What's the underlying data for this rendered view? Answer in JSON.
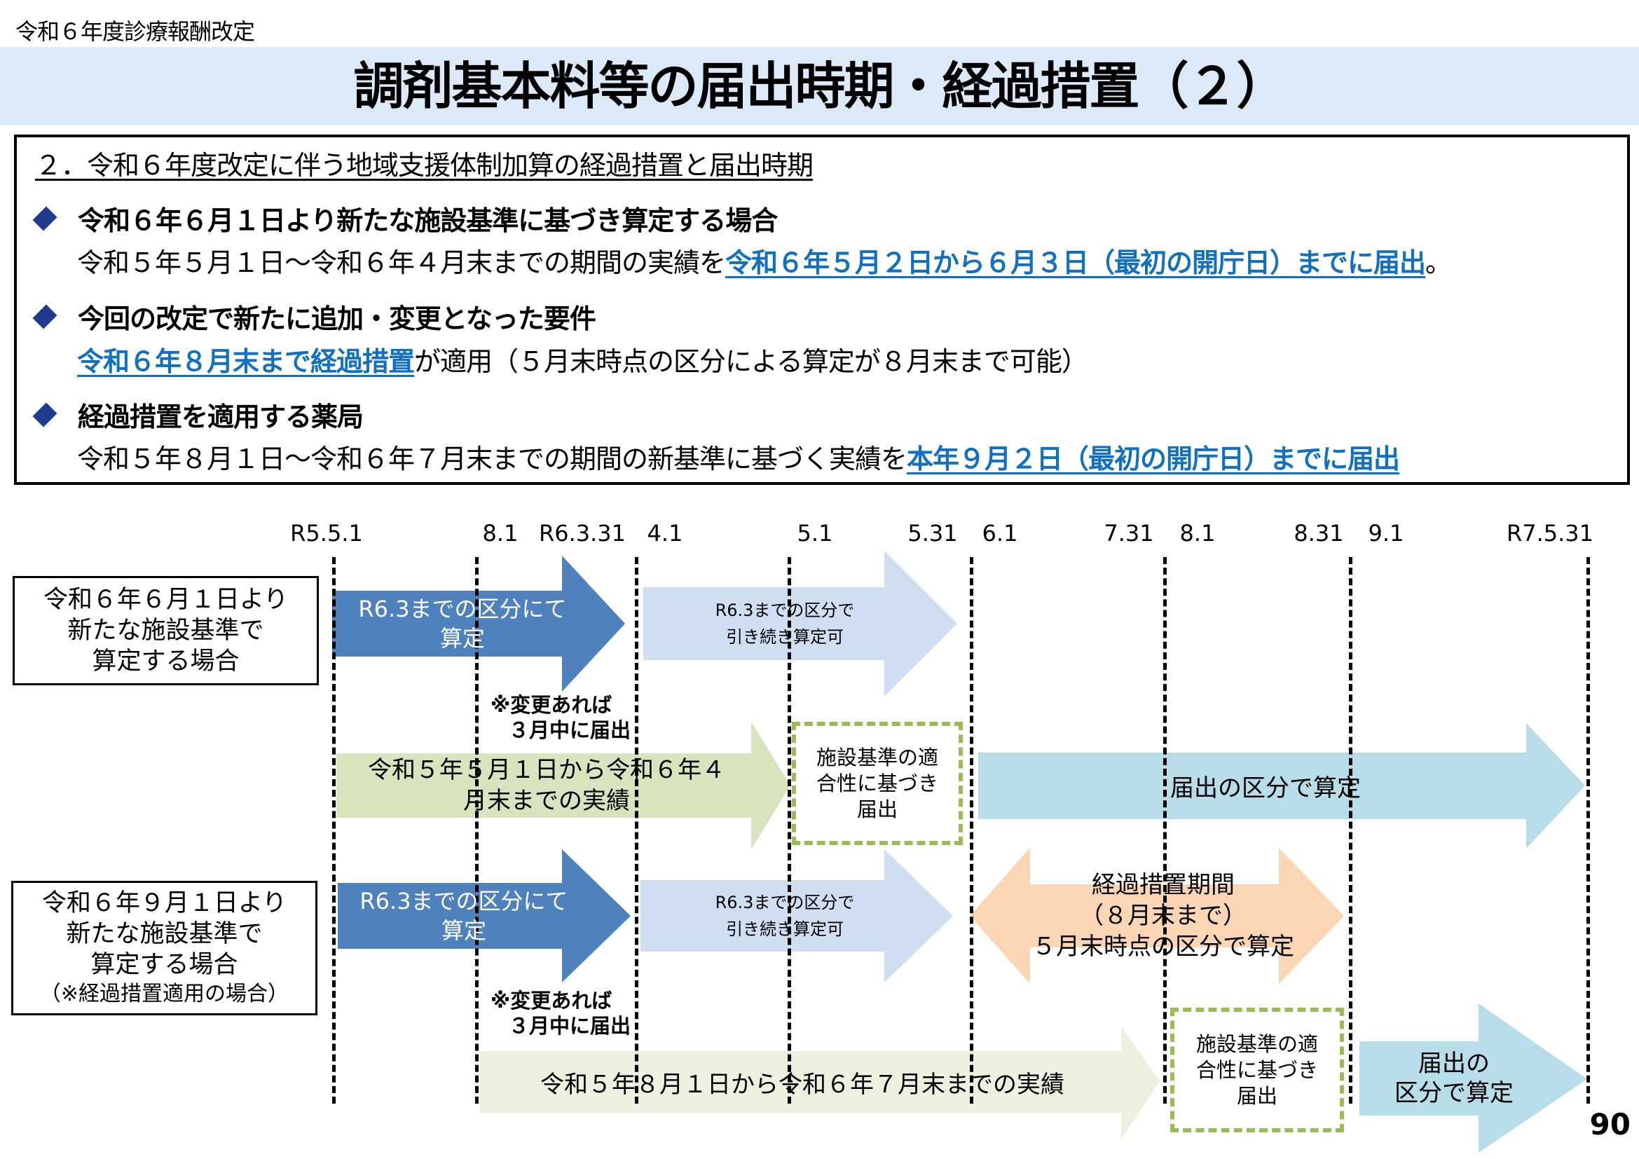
{
  "header": {
    "kicker": "令和６年度診療報酬改定",
    "title": "調剤基本料等の届出時期・経過措置（２）"
  },
  "summary": {
    "heading": "２．令和６年度改定に伴う地域支援体制加算の経過措置と届出時期",
    "items": [
      {
        "bullet": "令和６年６月１日より新たな施設基準に基づき算定する場合",
        "text_before": "令和５年５月１日～令和６年４月末までの期間の実績を",
        "highlight": "令和６年５月２日から６月３日（最初の開庁日）までに届出",
        "text_after": "。"
      },
      {
        "bullet": "今回の改定で新たに追加・変更となった要件",
        "text_before": "",
        "highlight": "令和６年８月末まで経過措置",
        "text_after": "が適用（５月末時点の区分による算定が８月末まで可能）"
      },
      {
        "bullet": "経過措置を適用する薬局",
        "text_before": "令和５年８月１日～令和６年７月末までの期間の新基準に基づく実績を",
        "highlight": "本年９月２日（最初の開庁日）までに届出",
        "text_after": ""
      }
    ]
  },
  "timeline": {
    "dates": [
      "R5.5.1",
      "8.1",
      "R6.3.31",
      "4.1",
      "5.1",
      "5.31",
      "6.1",
      "7.31",
      "8.1",
      "8.31",
      "9.1",
      "R7.5.31"
    ],
    "case1": {
      "label_lines": [
        "令和６年６月１日より",
        "新たな施設基準で",
        "算定する場合"
      ],
      "arrow_r63": [
        "R6.3までの区分にて",
        "算定"
      ],
      "arrow_continue": [
        "R6.3までの区分で",
        "引き続き算定可"
      ],
      "note": [
        "※変更あれば",
        "３月中に届出"
      ],
      "arrow_record": [
        "令和５年５月１日から令和６年４",
        "月末までの実績"
      ],
      "filing_box": [
        "施設基準の適",
        "合性に基づき",
        "届出"
      ],
      "arrow_result": [
        "届出の区分で算定"
      ]
    },
    "case2": {
      "label_lines": [
        "令和６年９月１日より",
        "新たな施設基準で",
        "算定する場合"
      ],
      "label_note": "（※経過措置適用の場合）",
      "arrow_r63": [
        "R6.3までの区分にて",
        "算定"
      ],
      "arrow_continue": [
        "R6.3までの区分で",
        "引き続き算定可"
      ],
      "transition": [
        "経過措置期間",
        "（８月末まで）",
        "５月末時点の区分で算定"
      ],
      "note": [
        "※変更あれば",
        "３月中に届出"
      ],
      "arrow_record": [
        "令和５年８月１日から令和６年７月末までの実績"
      ],
      "filing_box": [
        "施設基準の適",
        "合性に基づき",
        "届出"
      ],
      "arrow_result": [
        "届出の",
        "区分で算定"
      ]
    }
  },
  "colors": {
    "title_bg": "#dce9f8",
    "bullet": "#1f3c8c",
    "highlight": "#1270c0",
    "arrow_dark_blue": "#4f81bd",
    "arrow_light_blue": "#d0def2",
    "arrow_green": "#d7e4bd",
    "arrow_pale_green": "#ebf1de",
    "arrow_cyan": "#b7dde8",
    "arrow_orange": "#fcd5b4",
    "dash_green": "#9bbb59"
  },
  "page_number": "90"
}
